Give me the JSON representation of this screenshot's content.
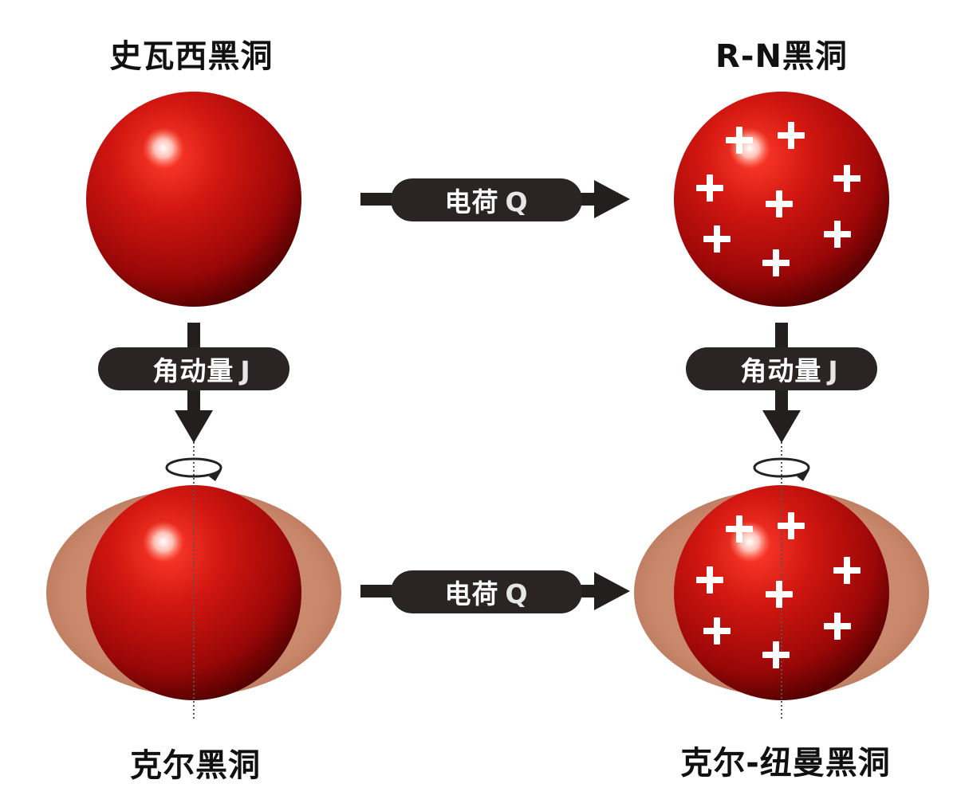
{
  "titles": {
    "schwarzschild": "史瓦西黑洞",
    "reissner_nordstrom": "R-N黑洞",
    "kerr": "克尔黑洞",
    "kerr_newman": "克尔-纽曼黑洞"
  },
  "arrows": {
    "top_charge": {
      "label": "电荷",
      "symbol": "Q"
    },
    "left_angular": {
      "label": "角动量",
      "symbol": "J"
    },
    "right_angular": {
      "label": "角动量",
      "symbol": "J"
    },
    "bottom_charge": {
      "label": "电荷",
      "symbol": "Q"
    }
  },
  "charge_marks": {
    "symbol": "+"
  },
  "colors": {
    "sphere": "#c0110d",
    "sphere_dark": "#5a0000",
    "ergosphere": "#c98a6e",
    "pill": "#2a2424",
    "arrow": "#231f1f",
    "title_text": "#111111"
  }
}
